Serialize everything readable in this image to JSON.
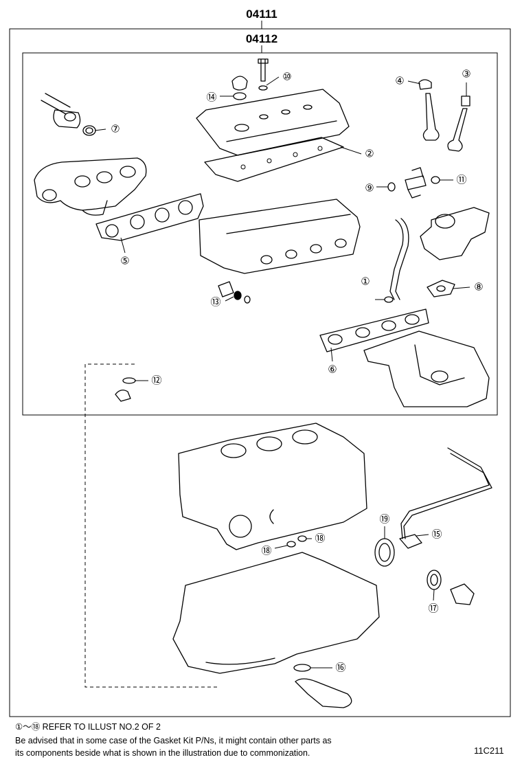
{
  "assembly": {
    "outer_code": "04111",
    "inner_code": "04112"
  },
  "callouts": [
    {
      "n": "1",
      "label": "①"
    },
    {
      "n": "2",
      "label": "②"
    },
    {
      "n": "3",
      "label": "③"
    },
    {
      "n": "4",
      "label": "④"
    },
    {
      "n": "5",
      "label": "⑤"
    },
    {
      "n": "6",
      "label": "⑥"
    },
    {
      "n": "7",
      "label": "⑦"
    },
    {
      "n": "8",
      "label": "⑧"
    },
    {
      "n": "9",
      "label": "⑨"
    },
    {
      "n": "10",
      "label": "⑩"
    },
    {
      "n": "11",
      "label": "⑪"
    },
    {
      "n": "12",
      "label": "⑫"
    },
    {
      "n": "13",
      "label": "⑬"
    },
    {
      "n": "14",
      "label": "⑭"
    },
    {
      "n": "15",
      "label": "⑮"
    },
    {
      "n": "16",
      "label": "⑯"
    },
    {
      "n": "17",
      "label": "⑰"
    },
    {
      "n": "18a",
      "label": "⑱"
    },
    {
      "n": "18b",
      "label": "⑱"
    },
    {
      "n": "19",
      "label": "⑲"
    }
  ],
  "notes": {
    "line1": "①～⑱ REFER TO ILLUST NO.2 OF 2",
    "line2": "Be advised that in some case of the Gasket Kit P/Ns,  it might contain other parts as",
    "line3": "its components beside what is shown in the illustration due to commonization."
  },
  "drawing_code": "11C211"
}
